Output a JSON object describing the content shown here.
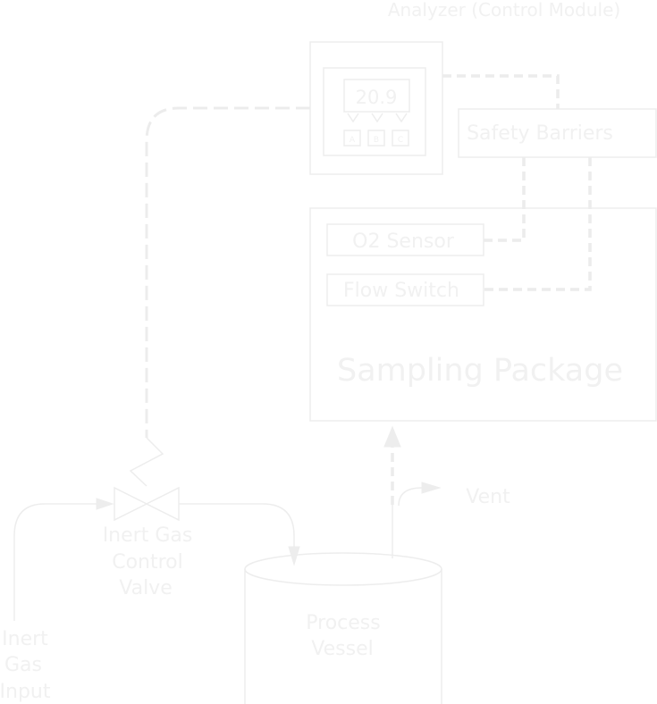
{
  "analyzer": {
    "title": "Analyzer (Control Module)",
    "display_value": "20.9",
    "buttons": [
      "A",
      "B",
      "C"
    ]
  },
  "safety_barriers": {
    "label": "Safety Barriers"
  },
  "sampling_package": {
    "title": "Sampling Package",
    "o2_sensor": "O2 Sensor",
    "flow_switch": "Flow Switch"
  },
  "vent": {
    "label": "Vent"
  },
  "valve": {
    "label_lines": [
      "Inert Gas",
      "Control",
      "Valve"
    ]
  },
  "process_vessel": {
    "label_lines": [
      "Process",
      "Vessel"
    ]
  },
  "inert_input": {
    "label_lines": [
      "Inert",
      "Gas",
      "Input"
    ]
  },
  "colors": {
    "line": "#ededed",
    "text": "#f1f1f1",
    "background": "#ffffff"
  }
}
